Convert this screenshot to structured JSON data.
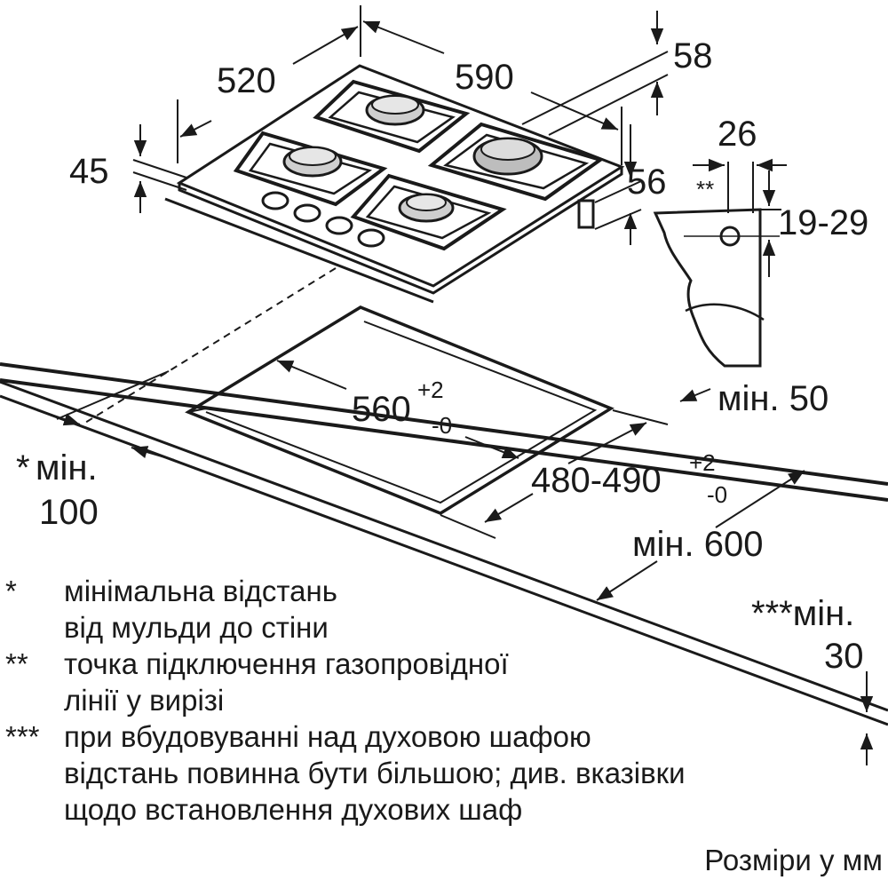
{
  "dimensions": {
    "width": "520",
    "depth": "590",
    "top_offset": "58",
    "height": "45",
    "foot": "56",
    "gas_w": "26",
    "gas_mark": "**",
    "gas_h": "19-29",
    "cutout_w": "560",
    "cutout_w_tol_upper": "+2",
    "cutout_w_tol_lower": "-0",
    "cutout_d": "480-490",
    "cutout_d_tol_upper": "+2",
    "cutout_d_tol_lower": "-0",
    "min_back": "мін. 50",
    "min_wall_mark": "*",
    "min_wall_label": "мін.",
    "min_wall_value": "100",
    "min_depth": "мін. 600",
    "min_below_label": "***мін.",
    "min_below_value": "30"
  },
  "notes": [
    {
      "mark": "*",
      "lines": [
        "мінімальна відстань",
        "від мульди до стіни"
      ]
    },
    {
      "mark": "**",
      "lines": [
        "точка підключення газопровідної",
        "лінії у вирізі"
      ]
    },
    {
      "mark": "***",
      "lines": [
        "при вбудовуванні над духовою шафою",
        "відстань повинна бути більшою; див. вказівки",
        "щодо встановлення духових шаф"
      ]
    }
  ],
  "units_caption": "Розміри у мм"
}
